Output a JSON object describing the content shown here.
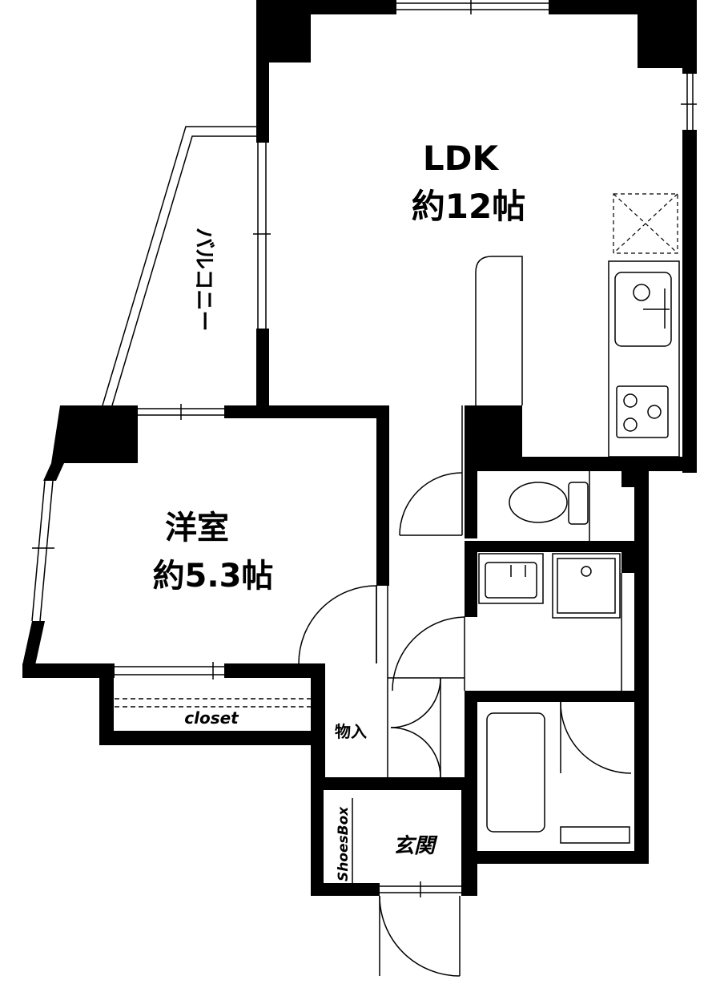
{
  "rooms": {
    "ldk": {
      "name": "LDK",
      "size": "約12帖"
    },
    "western": {
      "name": "洋室",
      "size": "約5.3帖"
    },
    "storage": {
      "name": "物入"
    },
    "entrance": {
      "name": "玄関"
    }
  },
  "labels": {
    "balcony": "バルコニー",
    "closet": "closet",
    "shoes_box": "ShoesBox"
  },
  "colors": {
    "wall": "#000000",
    "line": "#000000",
    "background": "#ffffff"
  },
  "icons": [
    "sink-icon",
    "stove-icon",
    "toilet-icon",
    "washbasin-icon",
    "washer-pan-icon",
    "bathtub-icon",
    "refrigerator-space-icon"
  ]
}
